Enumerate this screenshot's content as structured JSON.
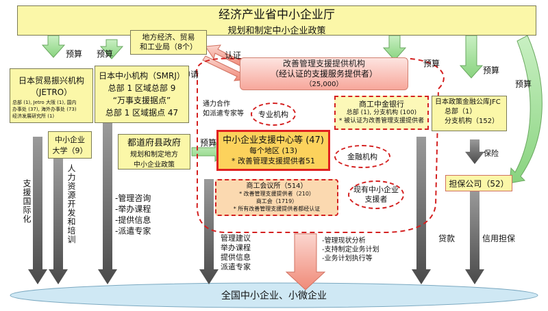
{
  "header": {
    "title": "经济产业省中小企业厅",
    "subtitle": "规划和制定中小企业政策"
  },
  "labels": {
    "budget": "预算",
    "apply": "申请",
    "certify": "认证",
    "cooperate_1": "通力合作",
    "cooperate_2": "如派遣专家等",
    "guarantee": "保险",
    "loan": "贷款",
    "credit_guarantee": "信用担保"
  },
  "local_bureau": {
    "line1": "地方经济、贸易",
    "line2": "和工业局（8个）"
  },
  "jetro": {
    "title": "日本贸易振兴机构",
    "abbr": "（JETRO）",
    "detail1": "总部 (1), Jetro 大阪 (1), 国内",
    "detail2": "办事处 (37), 海外办事处 (73)",
    "detail3": "经济发展研究所 (1)"
  },
  "smrj": {
    "title": "日本中小机构（SMRJ）",
    "line2": "总部 1 区域总部 9",
    "line3": "“万事支援据点”",
    "line4": "总部 1  区域据点 47"
  },
  "sme_univ": {
    "title": "中小企业",
    "sub": "大学（9）"
  },
  "jetro_services": "支援国际化",
  "hr_development": "人力资源开发和培训",
  "smrj_services": [
    "-管理咨询",
    "-举办课程",
    "-提供信息",
    "-派遣专家"
  ],
  "prefecture": {
    "line1": "都道府县政府",
    "line2": "规划和制定地方",
    "line3": "中小企业政策"
  },
  "support_provider": {
    "line1": "改善管理支援提供机构",
    "line2": "（经认证的支援服务提供者）",
    "line3": "（25,000）"
  },
  "center": {
    "line1": "中小企业支援中心等 (47)",
    "line2": "每个地区 (13)",
    "line3": "* 改善管理支援提供者51"
  },
  "chamber": {
    "line1": "商工会议所（514）",
    "line2": "* 改善管理支援提供者（210）",
    "line3": "商工会（1719）",
    "line4": "* 所有改善管理支援提供者都经认证"
  },
  "shoko_bank": {
    "title": "商工中金银行",
    "line2": "总部 (1), 分支机构 (100)",
    "line3": "* 被认证为改善管理支援提供者"
  },
  "jfc": {
    "title": "日本政策金融公库JFC",
    "line2": "总部（1）",
    "line3": "分支机构（152）"
  },
  "guarantee_co": "担保公司（52）",
  "ovals": {
    "experts": "专业机构",
    "finance": "金融机构",
    "existing_1": "现有中小企业",
    "existing_2": "支援者"
  },
  "center_services": [
    "管理建议",
    "举办课程",
    "提供信息",
    "派遣专家"
  ],
  "plan_services": [
    "-管理现状分析",
    "-支持制定业务计划",
    "-业务计划执行等"
  ],
  "bottom": "全国中小企业、小微企业"
}
